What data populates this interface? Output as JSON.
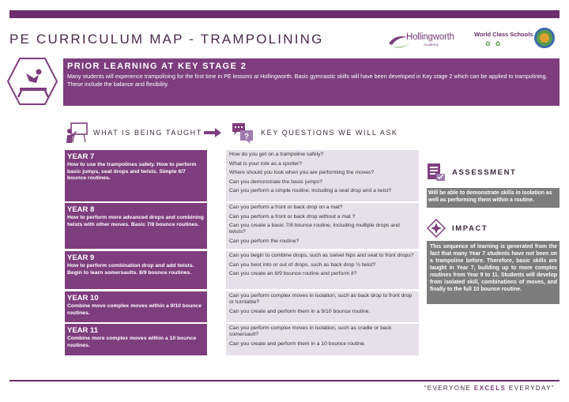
{
  "header": {
    "title": "PE CURRICULUM MAP - TRAMPOLINING",
    "logo_hollingworth": "Hollingworth",
    "logo_hollingworth_sub": "Academy",
    "logo_wcs": "World Class Schools"
  },
  "prior_learning": {
    "heading": "PRIOR LEARNING AT KEY STAGE 2",
    "text": "Many students will experience trampolining for the first time in PE lessons at Hollingworth.  Basic gymnastic skills will have been developed in Key stage 2 which can be applied to trampolining.  These include the balance and flexibility."
  },
  "sections": {
    "taught": "WHAT IS BEING TAUGHT",
    "questions": "KEY QUESTIONS WE WILL ASK"
  },
  "years": [
    {
      "title": "YEAR 7",
      "desc": "How to use the trampolines safely.  How to perform basic jumps, seat drops and twists.  Simple 6/7 bounce routines.",
      "questions": [
        "How do you get on a trampoline safely?",
        "What is your role as a spotter?",
        "Where should you look when you are performing the moves?",
        "Can you demonstrate the basic jumps?",
        "Can you perform a simple routine, including a seat drop and a twist?"
      ]
    },
    {
      "title": "YEAR 8",
      "desc": "How to perform more advanced drops and combining twists with other moves.  Basic 7/8 bounce routines.",
      "questions": [
        "Can you perform a front or back drop on a mat?",
        "Can you perform a front or back drop without a mat ?",
        "Can you create a basic 7/8 bounce routine, including multiple drops and twists?",
        "Can you perform the routine?"
      ]
    },
    {
      "title": "YEAR 9",
      "desc": "How to perform combination drop and add twists.  Begin to learn somersaults.  8/9 bounce routines.",
      "questions": [
        "Can you begin to combine drops, such as swivel hips and seat to front drops?",
        "Can you twist into or out of drops, such as back drop ½ twist?",
        "Can you create an 8/9 bounce routine and perform it?"
      ]
    },
    {
      "title": "YEAR 10",
      "desc": "Combine move complex moves within a 9/10 bounce routines.",
      "questions": [
        "Can you perform complex moves in isolation, such as back drop to front drop or turntable?",
        "Can you create and perform them in a 9/10 bounce routine."
      ]
    },
    {
      "title": "YEAR 11",
      "desc": "Combine more complex moves within a 10 bounce routines.",
      "questions": [
        "Can you perform complex moves in isolation, such as cradle or back somersault?",
        "Can you create and perform them in a 10 bounce routine."
      ]
    }
  ],
  "assessment": {
    "heading": "ASSESSMENT",
    "text": "Will be able to demonstrate skills in isolation as well as performing them within a routine."
  },
  "impact": {
    "heading": "IMPACT",
    "text": "This sequence of learning is generated from the fact that many Year 7 students have not been on a trampoline before. Therefore, basic skills are taught in Year 7, building up to more complex routines from Year 9 to 11. Students will develop from isolated skill, combinations of moves, and finally to the full 10 bounce routine."
  },
  "footer": {
    "part1": "“EVERYONE ",
    "part2": "EXCELS",
    "part3": " EVERYDAY”"
  },
  "colors": {
    "primary": "#7e3e7e",
    "dark": "#6b2d6b",
    "question_bg": "#e6e0e8",
    "grey_box": "#7d7d7d"
  }
}
